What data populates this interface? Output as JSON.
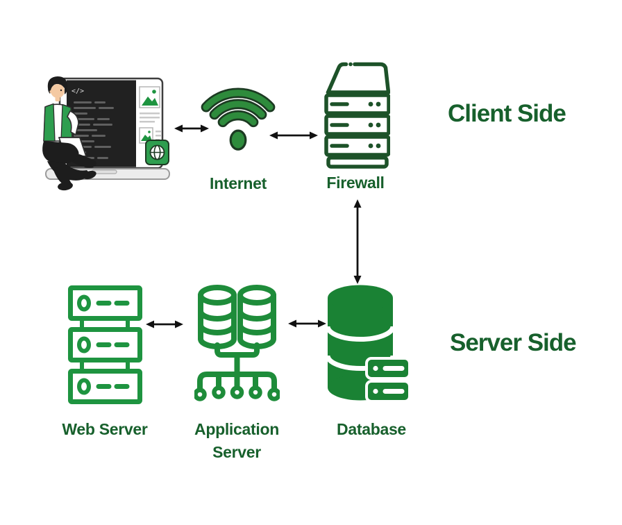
{
  "colors": {
    "background": "#ffffff",
    "label_green": "#17602c",
    "wifi_green": "#2e8b3c",
    "wifi_outline": "#1c3a22",
    "firewall_green": "#1d5229",
    "server_green": "#1e9440",
    "app_server_green": "#1e8c3a",
    "database_green": "#1a8234",
    "arrow_color": "#111111",
    "vest_green": "#2e9e4f",
    "ink": "#1d1d1d",
    "skin": "#f4c9a2"
  },
  "sections": {
    "client": {
      "label": "Client Side"
    },
    "server": {
      "label": "Server Side"
    }
  },
  "nodes": {
    "client_device": {
      "label": "",
      "icon": "person-laptop-illustration",
      "code_glyph": "</>"
    },
    "internet": {
      "label": "Internet",
      "icon": "wifi-icon"
    },
    "firewall": {
      "label": "Firewall",
      "icon": "firewall-rack-icon"
    },
    "web_server": {
      "label": "Web Server",
      "icon": "server-stack-icon"
    },
    "application_server": {
      "label": "Application Server",
      "icon": "app-server-cluster-icon"
    },
    "database": {
      "label": "Database",
      "icon": "database-cylinder-icon"
    }
  },
  "connections": [
    {
      "from": "client_device",
      "to": "internet",
      "type": "bidirectional"
    },
    {
      "from": "internet",
      "to": "firewall",
      "type": "bidirectional"
    },
    {
      "from": "firewall",
      "to": "database",
      "type": "bidirectional"
    },
    {
      "from": "web_server",
      "to": "application_server",
      "type": "bidirectional"
    },
    {
      "from": "application_server",
      "to": "database",
      "type": "bidirectional"
    }
  ]
}
